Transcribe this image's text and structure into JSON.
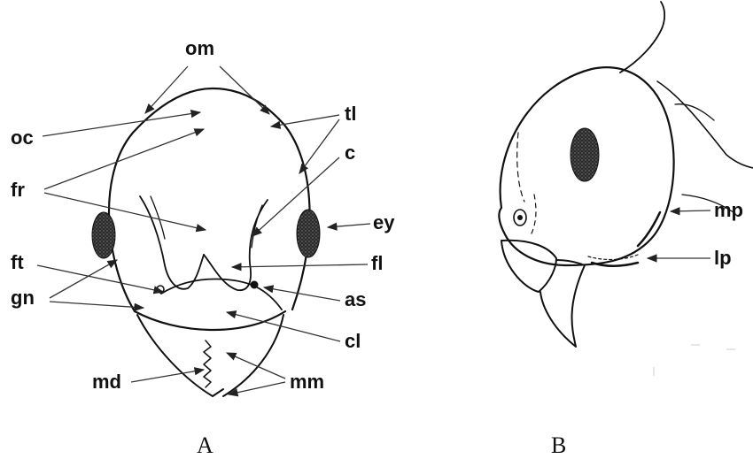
{
  "panels": {
    "a": "A",
    "b": "B"
  },
  "labels": {
    "om": "om",
    "oc": "oc",
    "tl": "tl",
    "c": "c",
    "fr": "fr",
    "ey": "ey",
    "ft": "ft",
    "fl": "fl",
    "gn": "gn",
    "as": "as",
    "cl": "cl",
    "md": "md",
    "mm": "mm",
    "mp": "mp",
    "lp": "lp"
  },
  "colors": {
    "ink": "#111111",
    "arrow": "#333333",
    "eye_fill": "#3a3a3a"
  }
}
